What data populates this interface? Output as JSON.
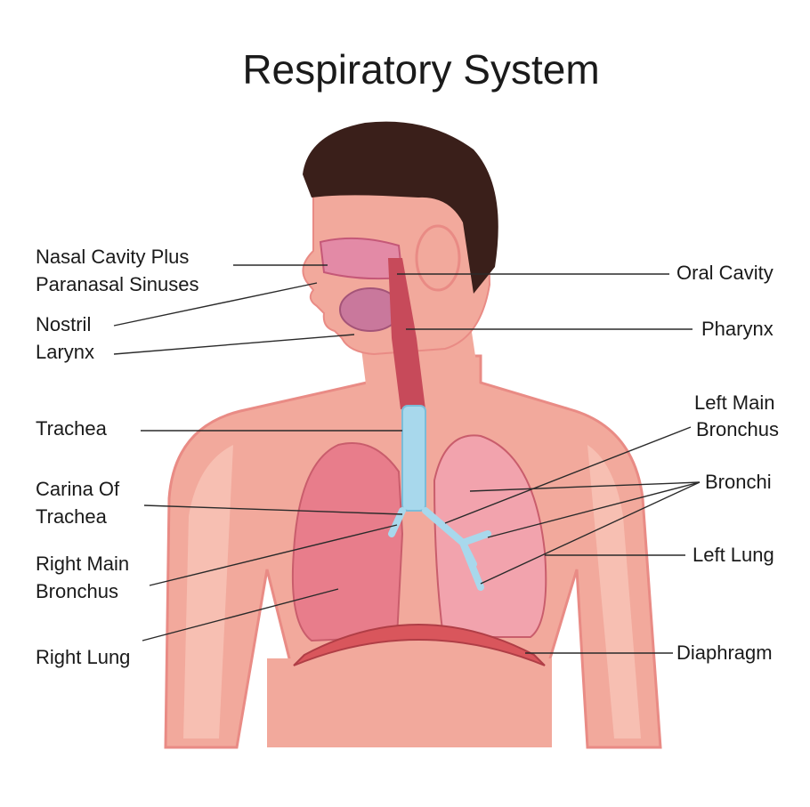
{
  "title": "Respiratory System",
  "labels": {
    "nasal_cavity": [
      "Nasal Cavity Plus",
      "Paranasal Sinuses"
    ],
    "nostril": "Nostril",
    "larynx": "Larynx",
    "trachea": "Trachea",
    "carina": [
      "Carina Of",
      "Trachea"
    ],
    "right_main_bronchus": [
      "Right Main",
      "Bronchus"
    ],
    "right_lung": "Right Lung",
    "oral_cavity": "Oral Cavity",
    "pharynx": "Pharynx",
    "left_main_bronchus": [
      "Left Main",
      "Bronchus"
    ],
    "bronchi": "Bronchi",
    "left_lung": "Left Lung",
    "diaphragm": "Diaphragm"
  },
  "colors": {
    "skin": "#f2a99c",
    "skin_light": "#f7c4b8",
    "skin_outline": "#e98b85",
    "hair": "#3a1f1a",
    "lung": "#e87d8b",
    "lung_light": "#f2a3ad",
    "trachea": "#a8d8ec",
    "airway": "#c74a5a",
    "diaphragm": "#d9565c"
  }
}
